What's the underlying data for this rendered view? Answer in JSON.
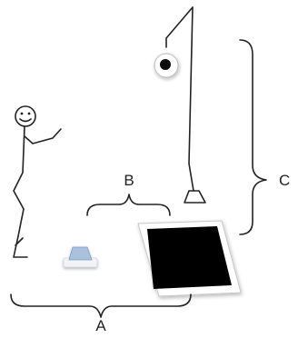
{
  "labels": {
    "a": "A",
    "b": "B",
    "c": "C"
  },
  "colors": {
    "ink": "#222222",
    "screen": "#000000",
    "frame": "#ffffff",
    "pad_top": "#a9c1dd",
    "pad_base": "#f2f3f6"
  }
}
